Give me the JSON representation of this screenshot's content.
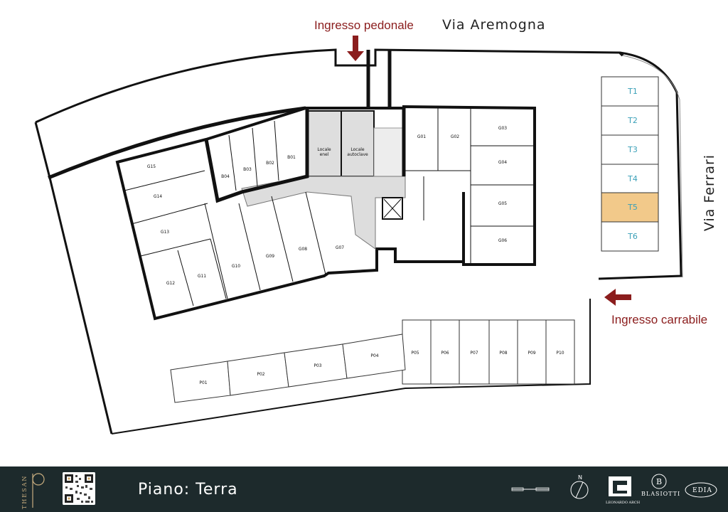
{
  "streets": {
    "north": "Via Aremogna",
    "east": "Via Ferrari"
  },
  "entrances": {
    "pedestrian": "Ingresso pedonale",
    "vehicle": "Ingresso carrabile"
  },
  "rooms": {
    "locale_enel": [
      "Locale",
      "enel"
    ],
    "locale_autoclave": [
      "Locale",
      "autoclave"
    ],
    "garages": [
      "G01",
      "G02",
      "G03",
      "G04",
      "G05",
      "G06",
      "G07",
      "G08",
      "G09",
      "G10",
      "G11",
      "G12",
      "G13",
      "G14",
      "G15"
    ],
    "cellars": [
      "B01",
      "B02",
      "B03",
      "B04"
    ],
    "parking": [
      "P01",
      "P02",
      "P03",
      "P04",
      "P05",
      "P06",
      "P07",
      "P08",
      "P09",
      "P10"
    ],
    "terraces": [
      "T1",
      "T2",
      "T3",
      "T4",
      "T5",
      "T6"
    ]
  },
  "highlight": {
    "selected": "T5",
    "color": "#f2c98a"
  },
  "footer": {
    "title": "Piano: Terra",
    "brand": "THESAN",
    "logos": [
      "LEONARDO ARCH",
      "BLASIOTTI",
      "EDIA"
    ],
    "background": "#1d2a2c"
  }
}
